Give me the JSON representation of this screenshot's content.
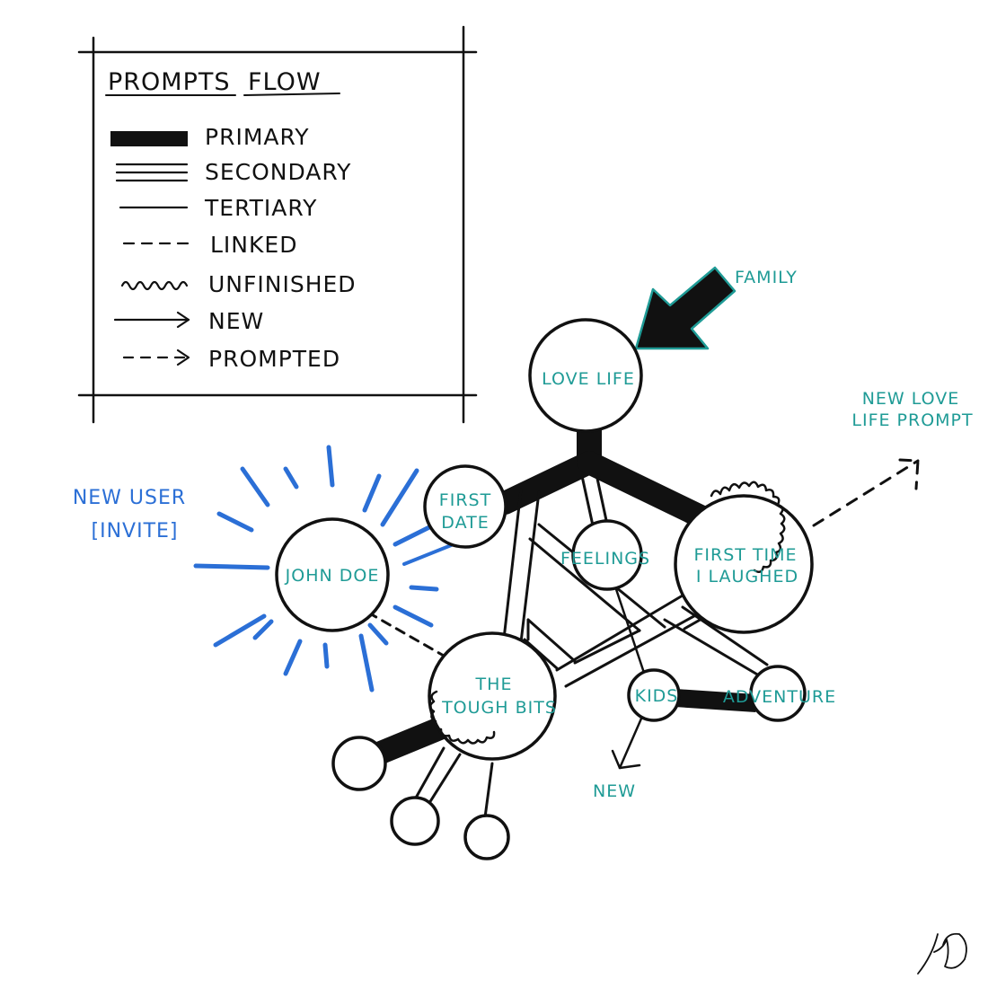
{
  "colors": {
    "ink": "#111111",
    "teal": "#1f9b96",
    "blue": "#2b6fd6"
  },
  "legend": {
    "title_part1": "PROMPTS",
    "title_part2": "FLOW",
    "items": [
      {
        "style": "primary",
        "label": "PRIMARY"
      },
      {
        "style": "secondary",
        "label": "SECONDARY"
      },
      {
        "style": "tertiary",
        "label": "TERTIARY"
      },
      {
        "style": "linked",
        "label": "LINKED"
      },
      {
        "style": "unfinished",
        "label": "UNFINISHED"
      },
      {
        "style": "new",
        "label": "NEW"
      },
      {
        "style": "prompted",
        "label": "PROMPTED"
      }
    ]
  },
  "nodes": {
    "love_life": {
      "line1": "LOVE LIFE"
    },
    "first_date": {
      "line1": "FIRST",
      "line2": "DATE"
    },
    "feelings": {
      "line1": "FEELINGS"
    },
    "first_time": {
      "line1": "FIRST TIME",
      "line2": "I LAUGHED"
    },
    "john_doe": {
      "line1": "JOHN DOE"
    },
    "tough_bits": {
      "line1": "THE",
      "line2": "TOUGH BITS"
    },
    "kids": {
      "line1": "KIDS"
    },
    "adventure": {
      "line1": "ADVENTURE"
    }
  },
  "annotations": {
    "family": "FAMILY",
    "new_love_prompt_line1": "NEW LOVE",
    "new_love_prompt_line2": "LIFE PROMPT",
    "new_user_line1": "NEW USER",
    "new_user_line2": "[INVITE]",
    "new_bottom": "NEW"
  }
}
